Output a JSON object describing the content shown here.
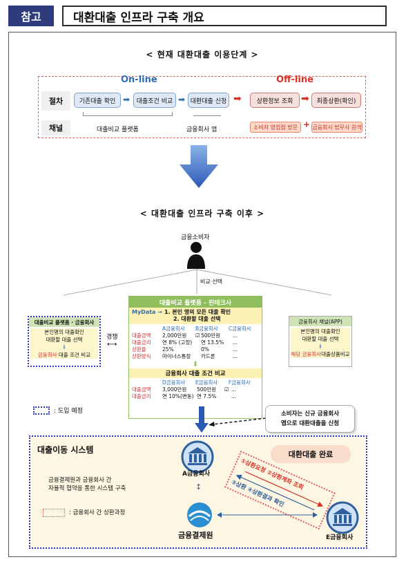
{
  "header": {
    "tag": "참고",
    "title": "대환대출 인프라 구축 개요"
  },
  "before": {
    "title": "< 현재 대환대출 이용단계 >",
    "online_label": "On-line",
    "offline_label": "Off-line",
    "row1_label": "절차",
    "row2_label": "채널",
    "steps_online": [
      "기존대출 확인",
      "대출조건 비교",
      "대환대출 신청"
    ],
    "steps_offline": [
      "상환정보 조회",
      "최종상환(확인)"
    ],
    "channels_online": [
      "대출비교 플랫폼",
      "금융회사 앱"
    ],
    "channels_offline": [
      "소비자 영업점 방문",
      "금융회사 법무사 원격"
    ]
  },
  "after": {
    "title": "< 대환대출 인프라 구축 이후 >",
    "consumer": "금융소비자",
    "compare_select": "비교·선택",
    "compete": "경쟁",
    "left_box": {
      "header": "대출비교 플랫폼 · 금융회사",
      "line1": "본인명의 대출확인",
      "line2": "대환할 대출 선택",
      "bottom_red": "금융회사",
      "bottom_rest": "대출 조건 비교"
    },
    "platform": {
      "header": "대출비교 플랫폼 - 핀테크사",
      "mydata": "MyData →",
      "step1": "1. 본인 명의 모든 대출 확인",
      "step2": "2. 대환할 대출 선택",
      "cols": [
        "A금융회사",
        "B금융회사",
        "C금융회사"
      ],
      "labels": [
        "대출금액",
        "대출금리",
        "상환율",
        "상환방식"
      ],
      "a_vals": [
        "2,000만원",
        "연 8% (고정)",
        "25%",
        "마이너스통장"
      ],
      "b_vals": [
        "500만원",
        "연 13.5%",
        "0%",
        "카드론"
      ],
      "c_vals": [
        "...",
        "...",
        "...",
        "..."
      ],
      "compare_header": "금융회사 대출 조건 비교",
      "cols2": [
        "D금융회사",
        "E금융회사",
        "F금융회사"
      ],
      "labels2": [
        "대출금액",
        "대출금리"
      ],
      "d_vals": [
        "3,000만원",
        "연 10%(변동)"
      ],
      "e_vals": [
        "500만원",
        "연 7.5%"
      ],
      "f_vals": [
        "...",
        "..."
      ],
      "check": "☑"
    },
    "right_box": {
      "header": "금융회사 채널(APP)",
      "line1": "본인명의 대출확인",
      "line2": "대환할 대출 선택",
      "bottom_red": "해당 금융회사",
      "bottom_rest": "대출상품비교"
    },
    "legend_planned": ": 도입 예정",
    "callout_line1": "소비자는 신규 금융회사",
    "callout_line2": "앱으로 대환대출을 신청",
    "system": {
      "title": "대출이동 시스템",
      "desc1": "금융결제원과 금융회사 간",
      "desc2": "자율적 협약을 통한 시스템 구축",
      "legend_red": ": 금융회사 간 상환과정",
      "complete": "대환대출 완료",
      "step_top": "①상환요청 ②상환계좌 조회",
      "step_bottom": "③상환 ④상환결과 확인",
      "bank_a": "A금융회사",
      "bank_e": "E금융회사",
      "kftc": "금융결제원"
    }
  },
  "colors": {
    "navy": "#2d3a7c",
    "blue": "#2f6db5",
    "red": "#d93025",
    "green": "#8fbf5c"
  }
}
